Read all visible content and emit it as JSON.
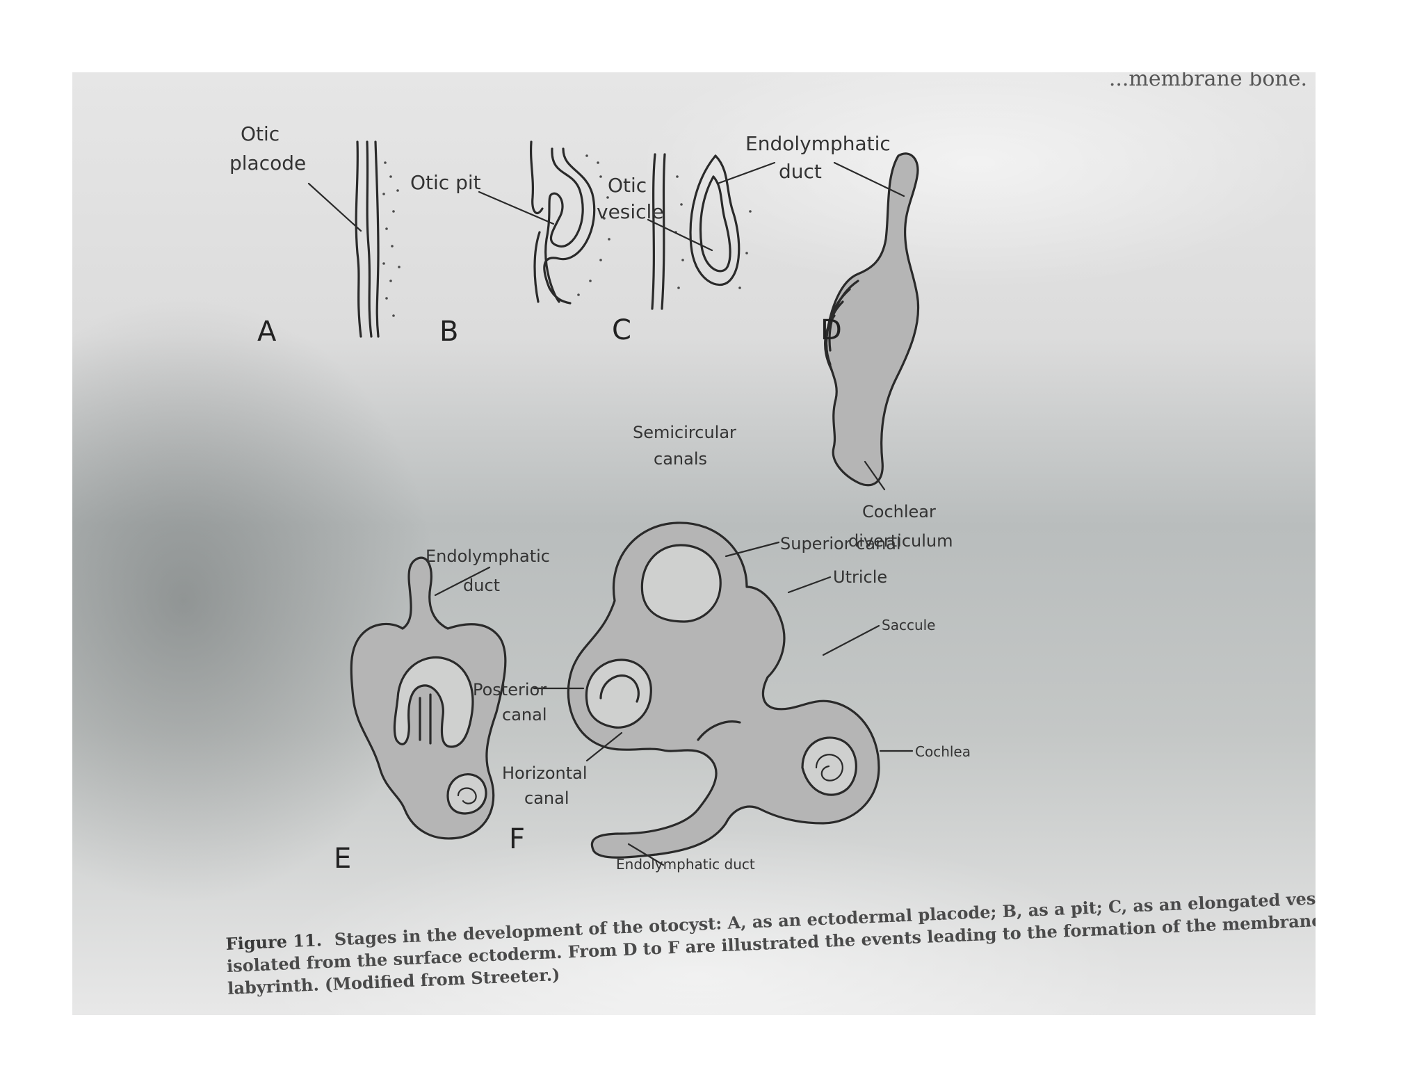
{
  "top_fragment": "...membrane bone.",
  "panels": {
    "a": "A",
    "b": "B",
    "c": "C",
    "d": "D",
    "e": "E",
    "f": "F"
  },
  "labels": {
    "otic_placode_1": "Otic",
    "otic_placode_2": "placode",
    "otic_pit": "Otic pit",
    "otic_vesicle_1": "Otic",
    "otic_vesicle_2": "vesicle",
    "endolymphatic_duct_d_1": "Endolymphatic",
    "endolymphatic_duct_d_2": "duct",
    "semicircular_canals_1": "Semicircular",
    "semicircular_canals_2": "canals",
    "cochlear_diverticulum_1": "Cochlear",
    "cochlear_diverticulum_2": "diverticulum",
    "endolymphatic_duct_e_1": "Endolymphatic",
    "endolymphatic_duct_e_2": "duct",
    "superior_canal": "Superior canal",
    "utricle": "Utricle",
    "saccule": "Saccule",
    "posterior_canal_1": "Posterior",
    "posterior_canal_2": "canal",
    "cochlea": "Cochlea",
    "horizontal_canal_1": "Horizontal",
    "horizontal_canal_2": "canal",
    "endolymphatic_duct_f": "Endolymphatic duct"
  },
  "caption": {
    "figure_label": "Figure 11.",
    "text": "Stages in the development of the otocyst: A, as an ectodermal placode; B, as a pit; C, as an elongated vesicle isolated from the surface ectoderm. From D to F are illustrated the events leading to the formation of the membranous labyrinth. (Modified from Streeter.)"
  }
}
